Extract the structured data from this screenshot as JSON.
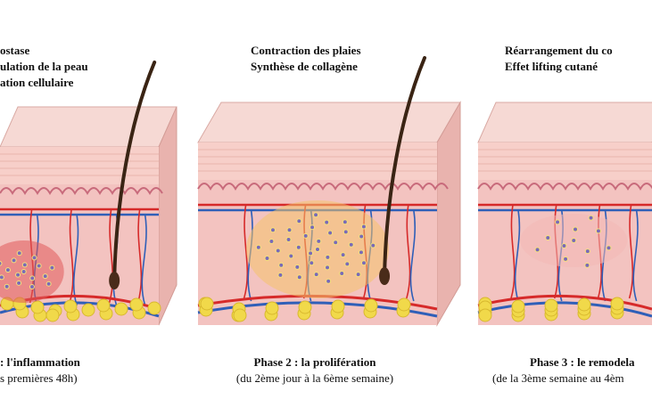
{
  "panels": [
    {
      "top_lines": [
        "ostase",
        "ulation de la peau",
        "ation cellulaire"
      ],
      "phase_title": ": l'inflammation",
      "phase_sub": "s premières 48h)"
    },
    {
      "top_lines": [
        "Contraction des plaies",
        "Synthèse de collagène"
      ],
      "phase_title": "Phase 2 : la prolifération",
      "phase_sub": "(du 2ème jour à la 6ème semaine)"
    },
    {
      "top_lines": [
        "Réarrangement du co",
        "Effet lifting cutané"
      ],
      "phase_title": "Phase 3 : le remodela",
      "phase_sub": "(de la 3ème semaine au 4èm"
    }
  ],
  "colors": {
    "epidermis": "#f7cfc9",
    "dermis": "#f3c3c0",
    "artery": "#d62a2a",
    "vein": "#2f5fb8",
    "fat": "#f1d94a",
    "hair": "#3a2414"
  }
}
